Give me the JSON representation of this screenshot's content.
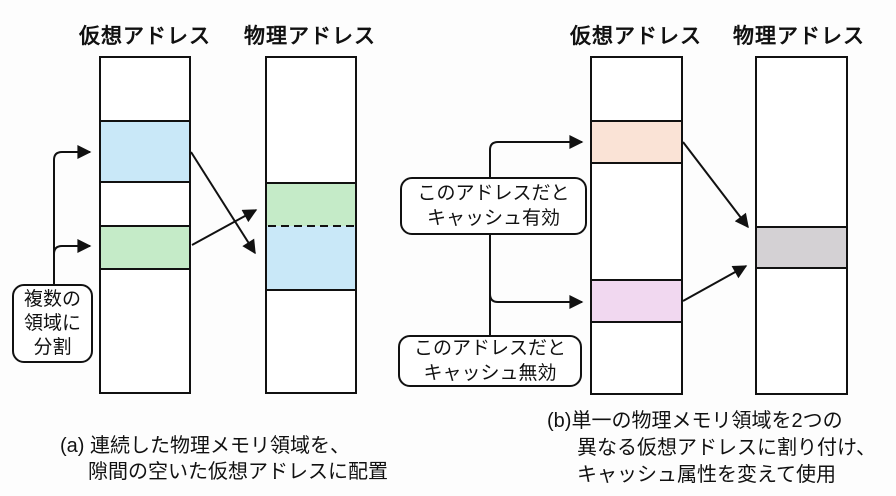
{
  "colors": {
    "blue": "#c9e8f8",
    "green": "#c5ebc8",
    "peach": "#fae3d6",
    "pink": "#f1d8f0",
    "gray": "#d4d1d4",
    "ink": "#111111",
    "background": "#fdfdfd"
  },
  "diagram_a": {
    "virtual_title": "仮想アドレス",
    "physical_title": "物理アドレス",
    "callout": {
      "line1": "複数の",
      "line2": "領域に",
      "line3": "分割"
    },
    "caption": {
      "line1": "(a) 連続した物理メモリ領域を、",
      "line2": "隙間の空いた仮想アドレスに配置"
    }
  },
  "diagram_b": {
    "virtual_title": "仮想アドレス",
    "physical_title": "物理アドレス",
    "callout_cache_enabled": {
      "line1": "このアドレスだと",
      "line2": "キャッシュ有効"
    },
    "callout_cache_disabled": {
      "line1": "このアドレスだと",
      "line2": "キャッシュ無効"
    },
    "caption": {
      "line1": "(b)単一の物理メモリ領域を2つの",
      "line2": "異なる仮想アドレスに割り付け、",
      "line3": "キャッシュ属性を変えて使用"
    }
  }
}
